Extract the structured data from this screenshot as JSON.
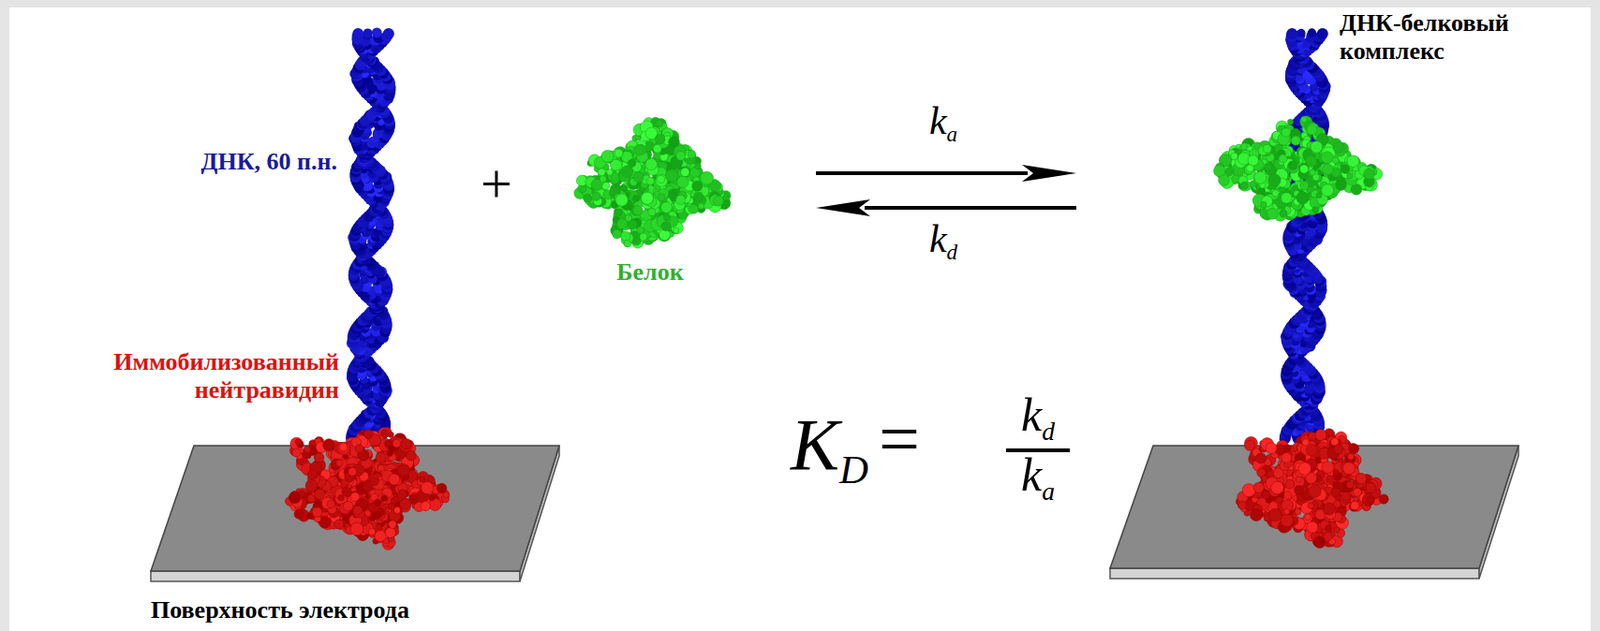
{
  "diagram": {
    "labels": [
      "ДНК, 60 п.н.",
      "+",
      "Белок",
      "ka",
      "kd",
      "ДНК-белковый комплекс",
      "Иммобилизованный нейтравидин",
      "KD",
      "=",
      "kd",
      "ka",
      "Поверхность электрода"
    ]
  }
}
